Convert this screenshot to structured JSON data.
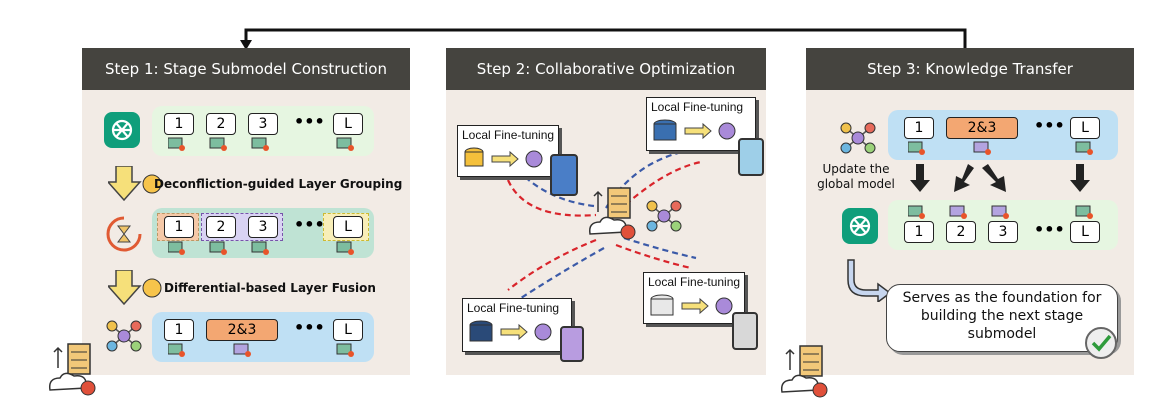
{
  "panels": {
    "step1": {
      "title": "Step 1: Stage Submodel Construction"
    },
    "step2": {
      "title": "Step 2: Collaborative Optimization"
    },
    "step3": {
      "title": "Step 3: Knowledge Transfer"
    }
  },
  "layers": {
    "l1": "1",
    "l2": "2",
    "l3": "3",
    "ellipsis": "•••",
    "lL": "L",
    "merged": "2&3"
  },
  "step1": {
    "grouping_label": "Deconfliction-guided Layer Grouping",
    "fusion_label": "Differential-based Layer Fusion"
  },
  "step2": {
    "card_title": "Local Fine-tuning"
  },
  "step3": {
    "update_line1": "Update the",
    "update_line2": "global model",
    "foundation_line1": "Serves as the foundation for",
    "foundation_line2": "building the next stage",
    "foundation_line3": "submodel"
  },
  "colors": {
    "panel_bg": "#f2ebe5",
    "header_bg": "#45443f",
    "green_strip": "#e6f6e1",
    "blue_strip": "#bfe0f4",
    "orange_group": "#f5c9a8",
    "purple_group": "#d9d3f3",
    "yellow_group": "#f8eeb8",
    "merged_fill": "#f3a772",
    "red_arrow": "#d9242b",
    "blue_arrow": "#3b5aa8"
  },
  "icons": [
    "chatgpt-icon",
    "network-icon",
    "server-cloud-icon",
    "book-flame-icon",
    "down-arrow-icon",
    "star-mascot-icon",
    "hourglass-cycle-icon",
    "database-icon",
    "phone-icon",
    "checkmark-icon"
  ]
}
